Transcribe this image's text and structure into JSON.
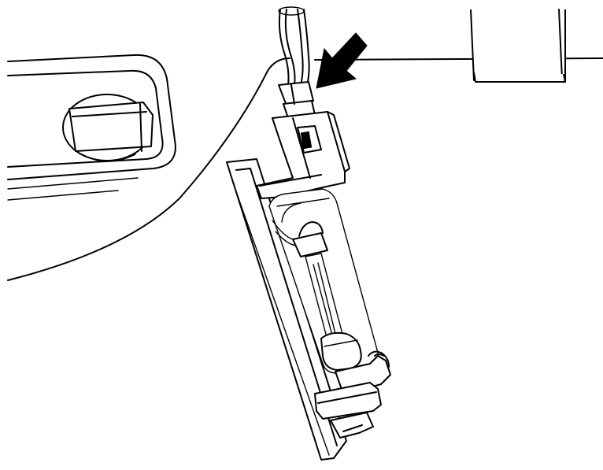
{
  "figure": {
    "style": "monochrome line-art service illustration",
    "colors": {
      "line": "#000000",
      "background": "#ffffff"
    },
    "elements": [
      "trim-panel",
      "lock-cylinder",
      "license-lamp-housing",
      "bulb",
      "wire-harness",
      "connector",
      "pointer-arrow",
      "bracket"
    ],
    "text": []
  }
}
